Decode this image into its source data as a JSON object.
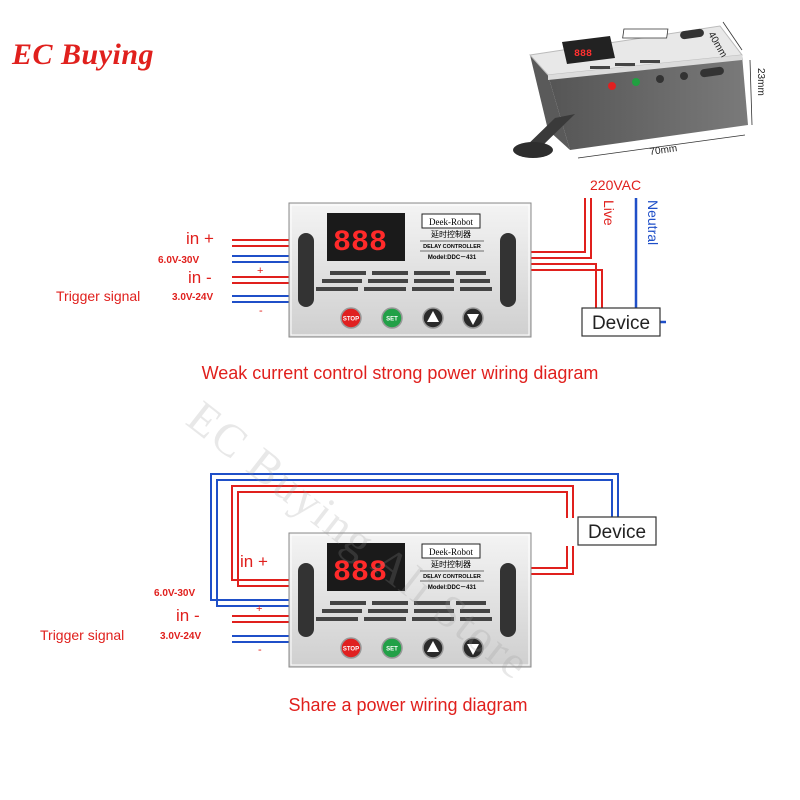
{
  "brand": "EC Buying",
  "watermark": "EC Buying Ali Store",
  "dimensions": {
    "width": "40mm",
    "height": "23mm",
    "length": "70mm"
  },
  "module": {
    "brand_label": "Deek-Robot",
    "chinese_label": "延时控制器",
    "product_line": "DELAY CONTROLLER",
    "model": "Model:DDC－431",
    "stop_label": "STOP",
    "set_label": "SET"
  },
  "diagram1": {
    "in_plus": "in +",
    "supply_range": "6.0V-30V",
    "in_minus": "in -",
    "trigger": "Trigger signal",
    "trigger_range": "3.0V-24V",
    "plus_sign": "+",
    "minus_sign": "-",
    "ac_label": "220VAC",
    "live": "Live",
    "neutral": "Neutral",
    "device": "Device",
    "caption": "Weak current control strong power wiring diagram"
  },
  "diagram2": {
    "in_plus": "in +",
    "supply_range": "6.0V-30V",
    "in_minus": "in -",
    "trigger": "Trigger signal",
    "trigger_range": "3.0V-24V",
    "plus_sign": "+",
    "minus_sign": "-",
    "device": "Device",
    "caption": "Share a power wiring diagram"
  },
  "colors": {
    "red_wire": "#e0201d",
    "blue_wire": "#1f4fc8",
    "brand": "#e0201d",
    "display_red": "#ff2a2a"
  }
}
